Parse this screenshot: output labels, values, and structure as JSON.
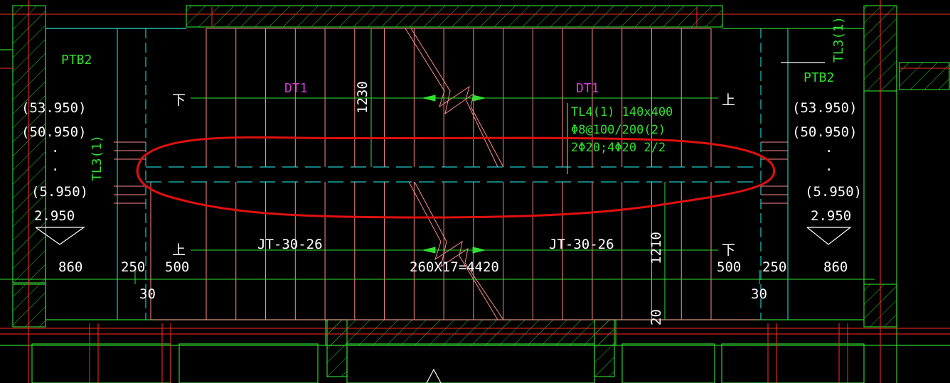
{
  "colors": {
    "background": "#000000",
    "wall": "#2ecc2e",
    "axis_red": "#ff2a2a",
    "cyan": "#20c8c8",
    "stair_line": "#ff8a8a",
    "dim_green": "#30e030",
    "white": "#ffffff",
    "magenta": "#d040d0",
    "annotation_red": "#e01010",
    "yellow": "#e0e000"
  },
  "labels": {
    "ptb2_left": "PTB2",
    "ptb2_right": "PTB2",
    "tl3_left": "TL3(1)",
    "tl3_right": "TL3(1)",
    "dt1_left": "DT1",
    "dt1_right": "DT1",
    "jt_left": "JT-30-26",
    "jt_right": "JT-30-26",
    "beam_line1": "TL4(1) 140x400",
    "beam_line2": "Φ8@100/200(2)",
    "beam_line3": "2Φ20;4Φ20 2/2",
    "arrow_down_top_left": "下",
    "arrow_up_top_right": "上",
    "arrow_up_bottom_left": "上",
    "arrow_down_bottom_right": "下"
  },
  "elevations_left": [
    "(53.950)",
    "(50.950)",
    ".",
    ".",
    "(5.950)",
    "2.950"
  ],
  "elevations_right": [
    "(53.950)",
    "(50.950)",
    ".",
    ".",
    "(5.950)",
    "2.950"
  ],
  "dimensions": {
    "d860_left": "860",
    "d250_left": "250",
    "d500_left": "500",
    "d30_left": "30",
    "run": "260X17=4420",
    "d500_right": "500",
    "d250_right": "250",
    "d860_right": "860",
    "d30_right": "30",
    "d1230": "1230",
    "d1210": "1210",
    "d20": "20"
  }
}
